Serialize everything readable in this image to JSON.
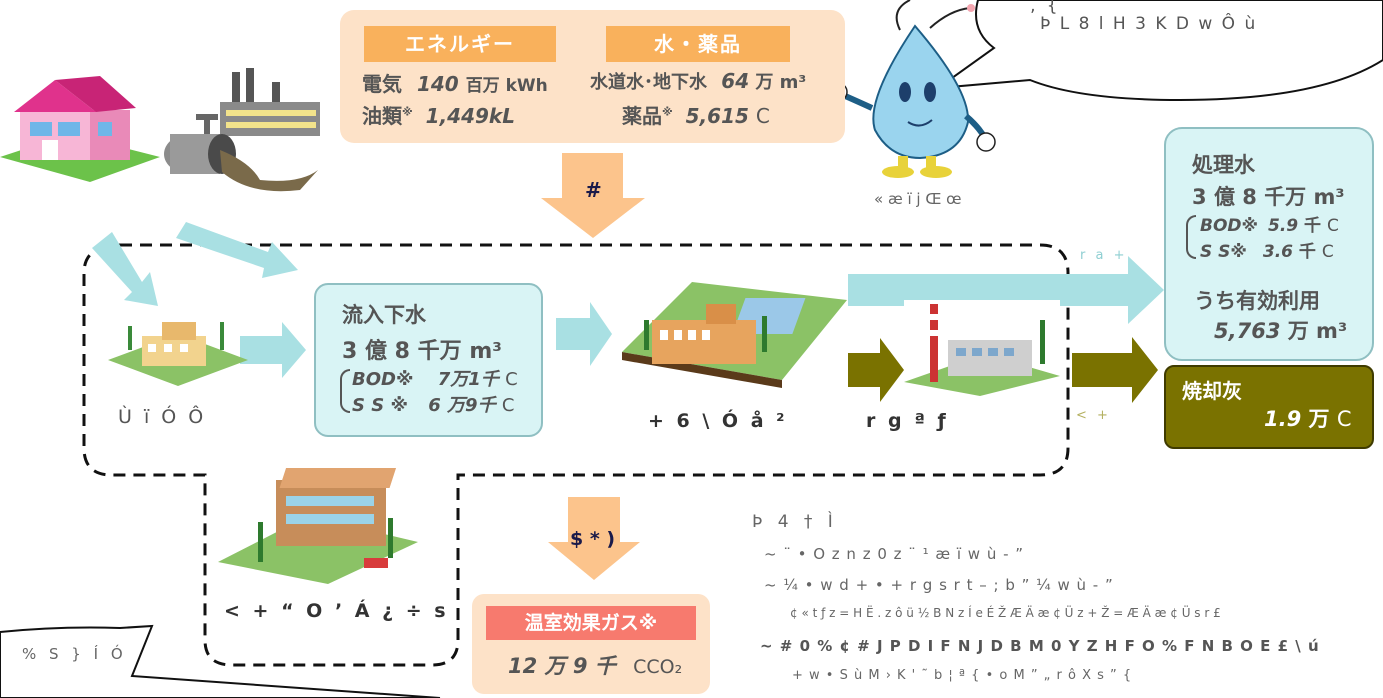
{
  "top_inputs": {
    "energy": {
      "label": "エネルギー",
      "electricity_name": "電気",
      "electricity_value": "140",
      "electricity_unit": "百万 kWh",
      "oil_name": "油類",
      "note_mark": "※",
      "oil_value": "1,449kL"
    },
    "water": {
      "label": "水・薬品",
      "water_name": "水道水･地下水",
      "water_value": "64",
      "water_unit": "万 m³",
      "chem_name": "薬品",
      "chem_value": "5,615",
      "chem_unit": "C"
    },
    "down_arrow_text": "#"
  },
  "mascot": {
    "caption": "« æ ï j Œ œ",
    "balloon_line1": "              ‚ {",
    "balloon_line2": "Þ      L 8 l   H 3 K D w Ô ù"
  },
  "sources": {
    "caption": "Ù ï Ó Ô"
  },
  "influent": {
    "title": "流入下水",
    "volume_a": "3",
    "volume_b": "億",
    "volume_c": "8",
    "volume_d": "千万 m³",
    "bod_label": "BOD※",
    "bod_value": "7万1千",
    "bod_unit": "C",
    "ss_label": "S S ※",
    "ss_value": "6 万9千",
    "ss_unit": "C"
  },
  "plant": {
    "caption": "+ 6 \\ Ó å ²"
  },
  "incinerator": {
    "caption": "r g ª ƒ"
  },
  "flow_labels": {
    "upper": "r a +",
    "lower": "< +"
  },
  "treated": {
    "title": "処理水",
    "volume_a": "3",
    "volume_b": "億",
    "volume_c": "8",
    "volume_d": "千万 m³",
    "bod_label": "BOD※",
    "bod_value": "5.9",
    "bod_unit": "千",
    "bod_unit2": "C",
    "ss_label": "S S※",
    "ss_value": "3.6",
    "ss_unit": "千",
    "ss_unit2": "C",
    "reuse_title": "うち有効利用",
    "reuse_value": "5,763",
    "reuse_unit": "万 m³"
  },
  "ash": {
    "title": "焼却灰",
    "value": "1.9",
    "unit": "万",
    "unit2": "C"
  },
  "sludge_center": {
    "caption": "< + “ O ’ Á ¿ ÷ s"
  },
  "ghg": {
    "arrow_text": "$ * )",
    "label": "温室効果ガス※",
    "value": "12 万 9 千",
    "unit": "CCO₂"
  },
  "bottom_balloon": {
    "text": "% S } Í   Ó"
  },
  "notes": {
    "heading": "Þ 4   † Ì",
    "line1": "~   ¨   • O   z n   z 0   z ¨ ¹ æ ï w ù - ”",
    "line2": "~   ¼   •     w d + • + r g s r t – ; b ”   ¼ w ù - ”",
    "line3": "¢ « t ƒ z  = H Ë . z ô ü  ½ B N z Í e  É Ž Æ Ä æ ¢ Ü z + Ž = Æ Ä æ ¢ Ü s r £",
    "line4": "~ # 0 % ¢ # J P D I F N J D B M   0 Y Z H F O   % F N B O E £ \\ ú",
    "line5": "+ w   • S ù M › K ' ˜ b ¦ ª {   • o M ” „ r ô X s ” {"
  },
  "colors": {
    "water_arrow": "#a9e0e3",
    "sludge_arrow": "#7a7200",
    "orange_arrow": "#fcc48c",
    "accent_orange": "#f9b15c",
    "ghg_red": "#f77a6e"
  }
}
